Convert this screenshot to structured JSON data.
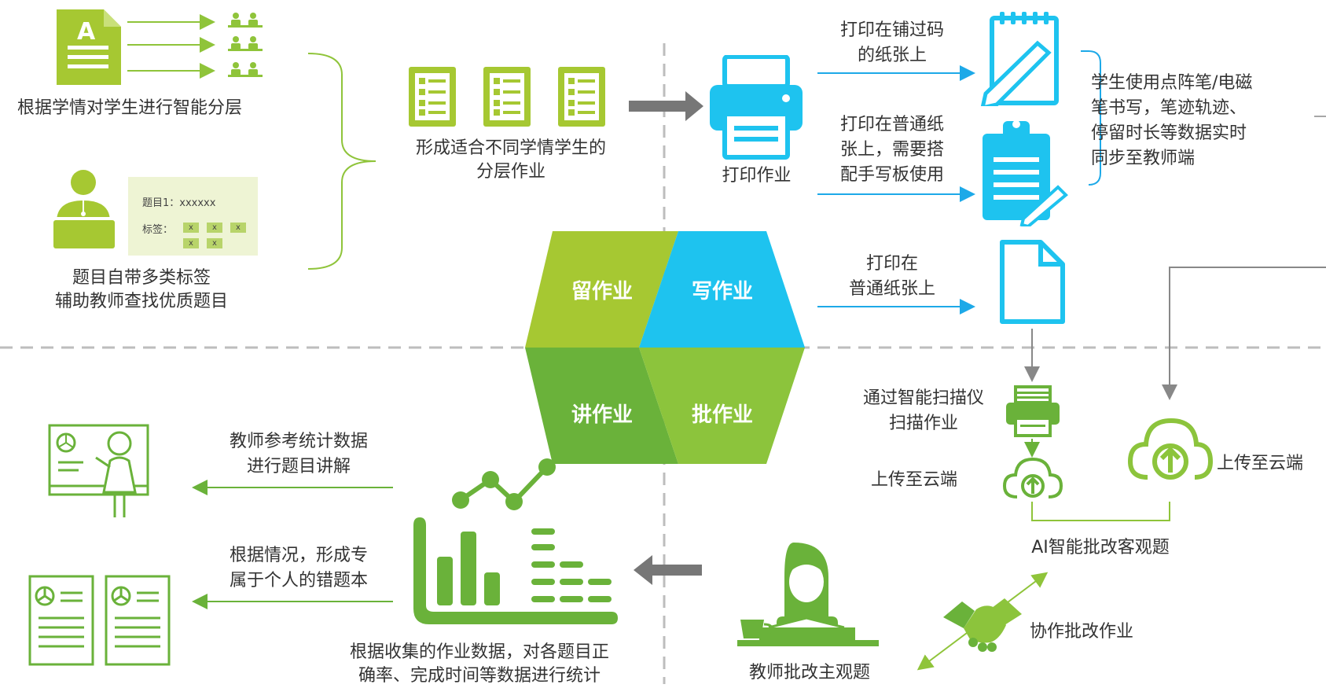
{
  "colors": {
    "lime": "#a6c832",
    "green": "#6ab23a",
    "dark_green": "#5aa83a",
    "cyan": "#1ec3ef",
    "blue": "#1da9e8",
    "gray": "#7a7a7a",
    "dash": "#bdbdbd"
  },
  "left": {
    "layer_label": "根据学情对学生进行智能分层",
    "screen": {
      "q_label": "题目1：xxxxxx",
      "tag_label": "标签：",
      "tag_x": "x"
    },
    "tag_label_line1": "题目自带多类标签",
    "tag_label_line2": "辅助教师查找优质题目",
    "doc_icon_letter": "A"
  },
  "center": {
    "homework_line1": "形成适合不同学情学生的",
    "homework_line2": "分层作业",
    "print_label": "打印作业"
  },
  "cycle": {
    "assign": "留作业",
    "write": "写作业",
    "explain": "讲作业",
    "grade": "批作业"
  },
  "right": {
    "dot_paper_line1": "打印在铺过码",
    "dot_paper_line2": "的纸张上",
    "plain_pad_line1": "打印在普通纸",
    "plain_pad_line2": "张上，需要搭",
    "plain_pad_line3": "配手写板使用",
    "plain_line1": "打印在",
    "plain_line2": "普通纸张上",
    "pen_line1": "学生使用点阵笔/电磁",
    "pen_line2": "笔书写，笔迹轨迹、",
    "pen_line3": "停留时长等数据实时",
    "pen_line4": "同步至教师端",
    "scan_line1": "通过智能扫描仪",
    "scan_line2": "扫描作业",
    "upload_small": "上传至云端",
    "upload_big": "上传至云端",
    "ai_grade": "AI智能批改客观题",
    "collab": "协作批改作业",
    "teacher_grade": "教师批改主观题"
  },
  "bottom": {
    "stats_ref_line1": "教师参考统计数据",
    "stats_ref_line2": "进行题目讲解",
    "wrongbook_line1": "根据情况，形成专",
    "wrongbook_line2": "属于个人的错题本",
    "collect_line1": "根据收集的作业数据，对各题目正",
    "collect_line2": "确率、完成时间等数据进行统计"
  }
}
